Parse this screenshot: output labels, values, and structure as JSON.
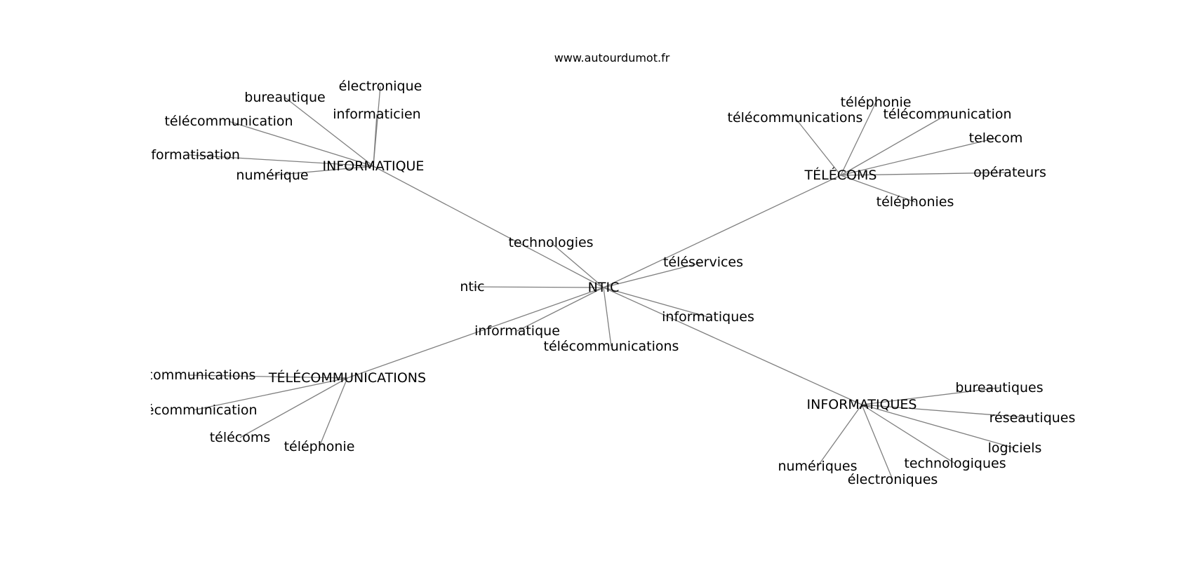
{
  "source": "www.autourdumot.fr",
  "graph": {
    "center": "NTIC",
    "hubs": [
      {
        "id": "informatique_hub",
        "label": "INFORMATIQUE",
        "words": [
          "électronique",
          "informaticien",
          "bureautique",
          "télécommunication",
          "informatisation",
          "numérique"
        ]
      },
      {
        "id": "telecoms_hub",
        "label": "TÉLÉCOMS",
        "words": [
          "téléphonie",
          "télécommunications",
          "télécommunication",
          "telecom",
          "opérateurs",
          "téléphonies"
        ]
      },
      {
        "id": "telecommunications_hub",
        "label": "TÉLÉCOMMUNICATIONS",
        "words": [
          "télécommunications",
          "télécommunication",
          "télécoms",
          "téléphonie"
        ]
      },
      {
        "id": "informatiques_hub",
        "label": "INFORMATIQUES",
        "words": [
          "bureautiques",
          "réseautiques",
          "logiciels",
          "technologiques",
          "électroniques",
          "numériques"
        ]
      }
    ],
    "direct_words": [
      "technologies",
      "téléservices",
      "ntic",
      "informatiques",
      "informatique",
      "télécommunications"
    ]
  }
}
